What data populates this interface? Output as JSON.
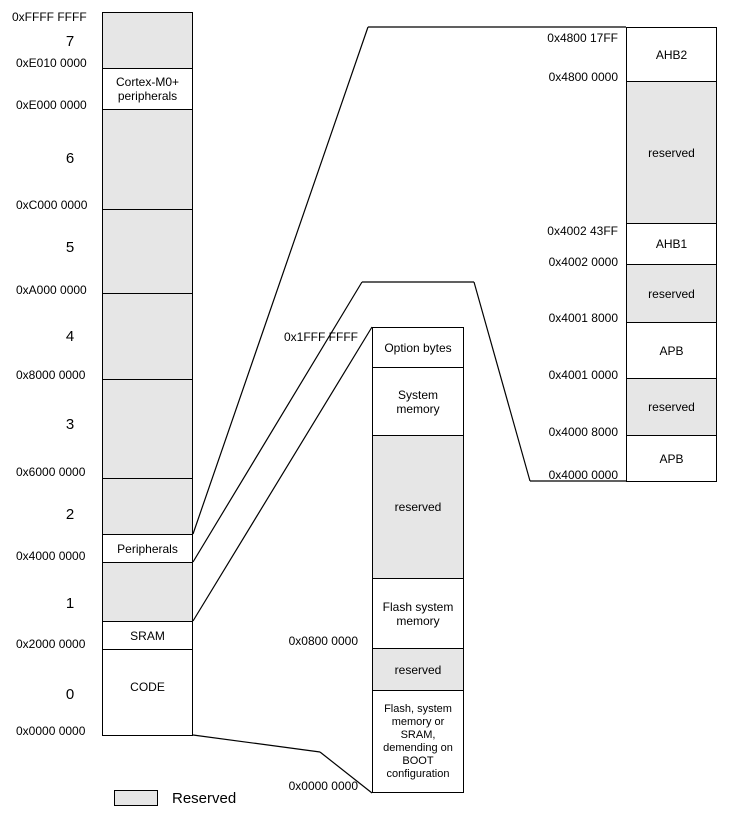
{
  "left_column": {
    "addresses": {
      "a_ffff": "0xFFFF FFFF",
      "a_e010": "0xE010 0000",
      "a_e000": "0xE000 0000",
      "a_c000": "0xC000 0000",
      "a_a000": "0xA000 0000",
      "a_8000": "0x8000 0000",
      "a_6000": "0x6000 0000",
      "a_4000": "0x4000 0000",
      "a_2000": "0x2000 0000",
      "a_0000": "0x0000 0000"
    },
    "region_numbers": [
      "7",
      "6",
      "5",
      "4",
      "3",
      "2",
      "1",
      "0"
    ],
    "blocks": {
      "cortex": "Cortex-M0+ peripherals",
      "peripherals": "Peripherals",
      "sram": "SRAM",
      "code": "CODE"
    }
  },
  "middle_column": {
    "addresses": {
      "a_1fff": "0x1FFF FFFF",
      "a_0800": "0x0800 0000",
      "a_0000": "0x0000 0000"
    },
    "blocks": {
      "option_bytes": "Option bytes",
      "system_memory": "System memory",
      "reserved_1": "reserved",
      "flash_system_memory": "Flash system memory",
      "reserved_2": "reserved",
      "flash_boot": "Flash, system memory or SRAM, demending on BOOT configuration"
    }
  },
  "right_column": {
    "addresses": {
      "a_480017ff": "0x4800 17FF",
      "a_48000000": "0x4800 0000",
      "a_400243ff": "0x4002 43FF",
      "a_40020000": "0x4002 0000",
      "a_40018000": "0x4001 8000",
      "a_40010000": "0x4001 0000",
      "a_40008000": "0x4000 8000",
      "a_40000000": "0x4000 0000"
    },
    "blocks": {
      "ahb2": "AHB2",
      "reserved_1": "reserved",
      "ahb1": "AHB1",
      "reserved_2": "reserved",
      "apb_1": "APB",
      "reserved_3": "reserved",
      "apb_2": "APB"
    }
  },
  "legend": {
    "label": "Reserved"
  },
  "colors": {
    "reserved_fill": "#e6e6e6",
    "stroke": "#000000",
    "background": "#ffffff"
  }
}
